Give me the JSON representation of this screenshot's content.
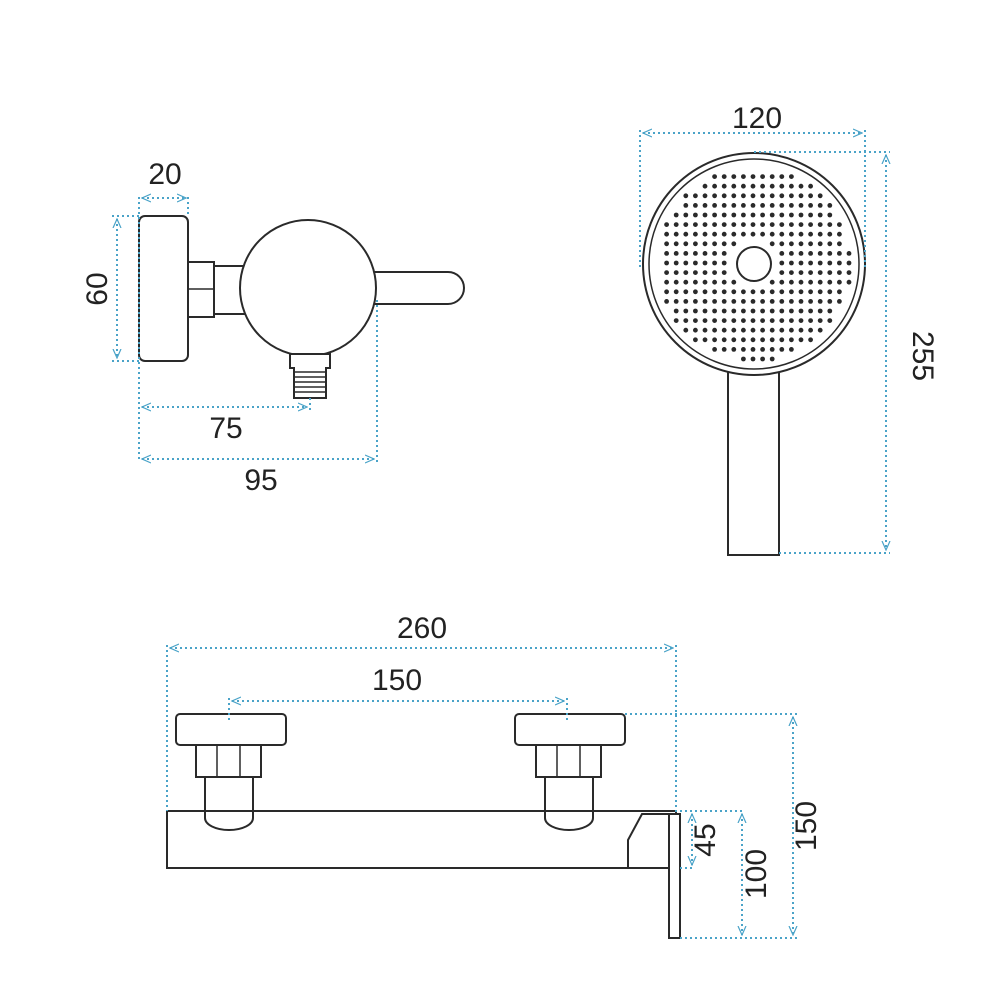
{
  "colors": {
    "outline": "#2a2a2a",
    "dimension_line": "#4aa3c8",
    "label": "#222222",
    "background": "#ffffff"
  },
  "dimensions": {
    "valve_side": {
      "wall_plate_thickness": "20",
      "wall_plate_height": "60",
      "to_outlet": "75",
      "total_depth": "95"
    },
    "hand_shower": {
      "head_diameter": "120",
      "total_length": "255"
    },
    "front_view": {
      "overall_width": "260",
      "inlet_spacing": "150",
      "outlet_offset": "45",
      "outlet_height": "100",
      "total_height": "150"
    }
  }
}
